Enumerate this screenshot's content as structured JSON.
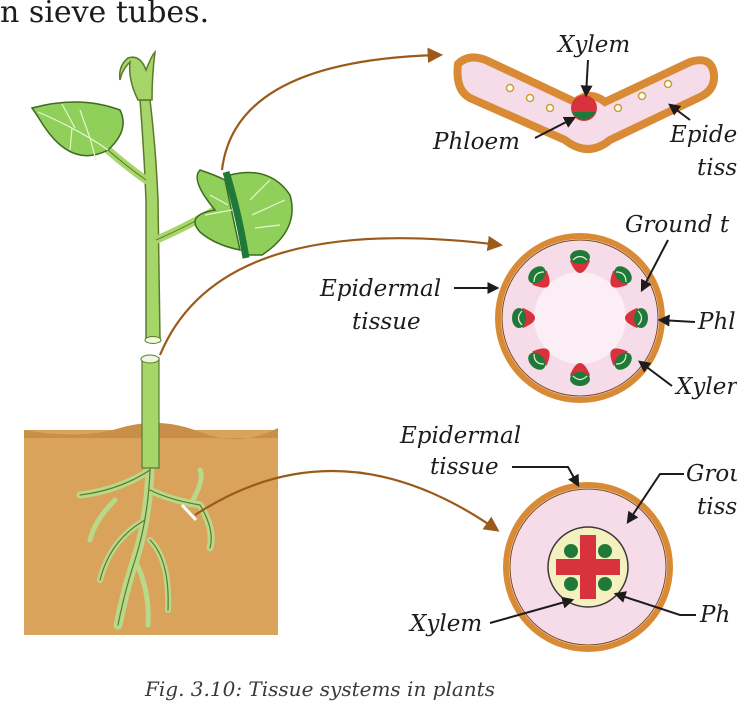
{
  "top_fragment": "n sieve tubes.",
  "caption": "Fig. 3.10: Tissue systems in plants",
  "leaf_section": {
    "xylem": "Xylem",
    "phloem": "Phloem",
    "epidermal_1": "Epide",
    "epidermal_2": "tiss"
  },
  "stem_section": {
    "ground": "Ground t",
    "epidermal_1": "Epidermal",
    "epidermal_2": "tissue",
    "phloem": "Phl",
    "xylem": "Xyler"
  },
  "root_section": {
    "epidermal_1": "Epidermal",
    "epidermal_2": "tissue",
    "ground_1": "Grou",
    "ground_2": "tiss",
    "xylem": "Xylem",
    "phloem": "Ph"
  },
  "colors": {
    "soil": "#d9a35c",
    "leaf_green": "#8fcf5a",
    "stem_green": "#a6d66a",
    "arrow_brown": "#9b5a1a",
    "section_border": "#d98a35",
    "section_fill": "#f6dce8",
    "xylem_red": "#d8323c",
    "phloem_green": "#1f7a3a"
  }
}
